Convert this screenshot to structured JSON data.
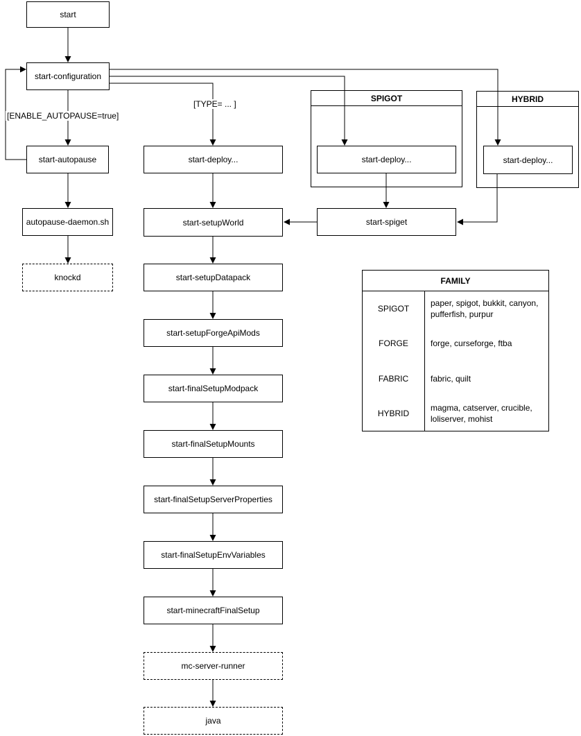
{
  "nodes": {
    "start": "start",
    "configuration": "start-configuration",
    "autopause": "start-autopause",
    "autopause_daemon": "autopause-daemon.sh",
    "knockd": "knockd",
    "deploy": "start-deploy...",
    "deploy_spigot": "start-deploy...",
    "deploy_hybrid": "start-deploy...",
    "spiget": "start-spiget",
    "setup_world": "start-setupWorld",
    "setup_datapack": "start-setupDatapack",
    "setup_forge_api_mods": "start-setupForgeApiMods",
    "final_setup_modpack": "start-finalSetupModpack",
    "final_setup_mounts": "start-finalSetupMounts",
    "final_setup_server_properties": "start-finalSetupServerProperties",
    "final_setup_env_variables": "start-finalSetupEnvVariables",
    "minecraft_final_setup": "start-minecraftFinalSetup",
    "mc_server_runner": "mc-server-runner",
    "java": "java"
  },
  "containers": {
    "spigot": "SPIGOT",
    "hybrid": "HYBRID"
  },
  "edge_labels": {
    "enable_autopause": "[ENABLE_AUTOPAUSE=true]",
    "type": "[TYPE= ... ]"
  },
  "family_table": {
    "title": "FAMILY",
    "rows": [
      {
        "family": "SPIGOT",
        "members": "paper, spigot, bukkit, canyon, pufferfish, purpur"
      },
      {
        "family": "FORGE",
        "members": "forge, curseforge, ftba"
      },
      {
        "family": "FABRIC",
        "members": "fabric, quilt"
      },
      {
        "family": "HYBRID",
        "members": "magma, catserver, crucible, loliserver, mohist"
      }
    ]
  },
  "edges": [
    {
      "from": "start",
      "to": "start-configuration"
    },
    {
      "from": "start-configuration",
      "to": "start-autopause",
      "label": "[ENABLE_AUTOPAUSE=true]"
    },
    {
      "from": "start-autopause",
      "to": "start-configuration"
    },
    {
      "from": "start-autopause",
      "to": "autopause-daemon.sh"
    },
    {
      "from": "autopause-daemon.sh",
      "to": "knockd"
    },
    {
      "from": "start-configuration",
      "to": "start-deploy...",
      "label": "[TYPE= ... ]"
    },
    {
      "from": "start-configuration",
      "to": "start-deploy... (SPIGOT)"
    },
    {
      "from": "start-configuration",
      "to": "start-deploy... (HYBRID)"
    },
    {
      "from": "start-deploy... (SPIGOT)",
      "to": "start-spiget"
    },
    {
      "from": "start-deploy... (HYBRID)",
      "to": "start-spiget"
    },
    {
      "from": "start-spiget",
      "to": "start-setupWorld"
    },
    {
      "from": "start-deploy...",
      "to": "start-setupWorld"
    },
    {
      "from": "start-setupWorld",
      "to": "start-setupDatapack"
    },
    {
      "from": "start-setupDatapack",
      "to": "start-setupForgeApiMods"
    },
    {
      "from": "start-setupForgeApiMods",
      "to": "start-finalSetupModpack"
    },
    {
      "from": "start-finalSetupModpack",
      "to": "start-finalSetupMounts"
    },
    {
      "from": "start-finalSetupMounts",
      "to": "start-finalSetupServerProperties"
    },
    {
      "from": "start-finalSetupServerProperties",
      "to": "start-finalSetupEnvVariables"
    },
    {
      "from": "start-finalSetupEnvVariables",
      "to": "start-minecraftFinalSetup"
    },
    {
      "from": "start-minecraftFinalSetup",
      "to": "mc-server-runner"
    },
    {
      "from": "mc-server-runner",
      "to": "java"
    }
  ],
  "colors": {
    "stroke": "#000000",
    "background": "#ffffff",
    "text": "#000000"
  }
}
